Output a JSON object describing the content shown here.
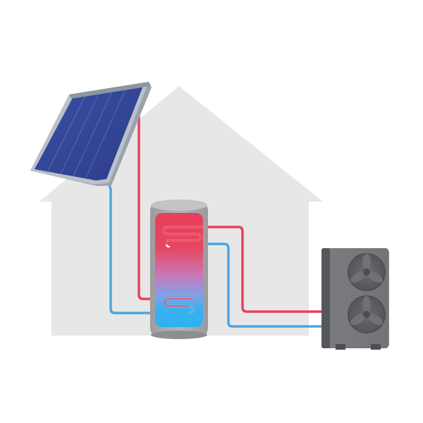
{
  "diagram": {
    "title": "",
    "components": [
      {
        "id": "solar-collector",
        "icon": "solar-panel-icon"
      },
      {
        "id": "storage-tank",
        "icon": "hot-water-tank-icon"
      },
      {
        "id": "heat-pump",
        "icon": "heat-pump-outdoor-unit-icon"
      },
      {
        "id": "house",
        "icon": "house-silhouette-icon"
      }
    ],
    "colors": {
      "background": "#ffffff",
      "house": "#e7e7e7",
      "hot_line": "#e8405a",
      "cold_line": "#4aa6e0",
      "tank_shell": "#a9a9ab",
      "tank_hot": "#e63f5c",
      "tank_cold": "#2db2ee",
      "panel_frame": "#9aa3ad",
      "panel_cells": "#34479a",
      "heat_pump_body": "#6d6e71",
      "fan": "#5b5c5f"
    }
  }
}
